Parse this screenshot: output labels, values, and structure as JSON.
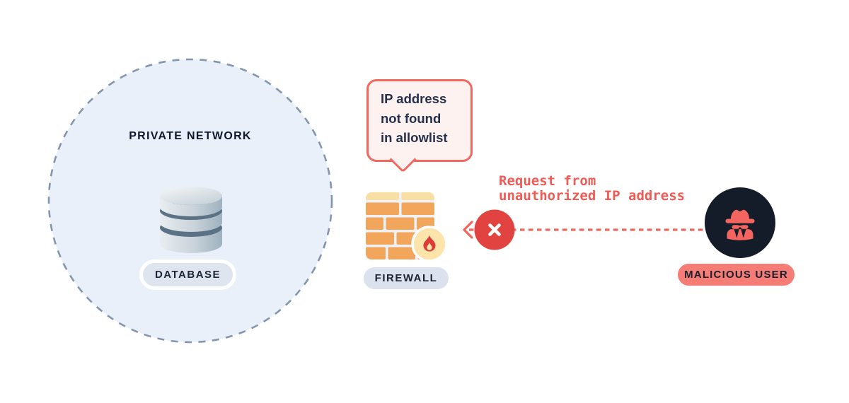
{
  "colors": {
    "background": "#ffffff",
    "network_fill": "#e9f0fa",
    "network_border": "#8396ad",
    "accent_salmon": "#f2655c",
    "block_red": "#e14440",
    "flame_red": "#dc3b38",
    "brick_orange": "#f1a65c",
    "brick_cream": "#f8dfa3",
    "badge_cream": "#fce4ab",
    "dark_navy": "#151c29",
    "text_navy": "#25304a",
    "pill_gray": "#dfe5ee",
    "pill_salmon": "#f57d75",
    "bubble_fill": "#fdf2f0",
    "bubble_border": "#f2685f"
  },
  "icons": {
    "database": "database-cylinder-icon",
    "firewall": "brick-wall-icon",
    "flame": "flame-badge-icon",
    "blocked": "x-cross-icon",
    "arrow": "dashed-arrow-left-icon",
    "spy": "spy-incognito-icon"
  },
  "private_network": {
    "label": "PRIVATE NETWORK",
    "database_label": "DATABASE"
  },
  "speech_bubble": {
    "lines": [
      "IP address",
      "not found",
      "in allowlist"
    ]
  },
  "firewall": {
    "label": "FIREWALL"
  },
  "request_flow": {
    "caption_lines": [
      "Request from",
      "unauthorized IP address"
    ]
  },
  "malicious_user": {
    "label": "MALICIOUS USER"
  }
}
